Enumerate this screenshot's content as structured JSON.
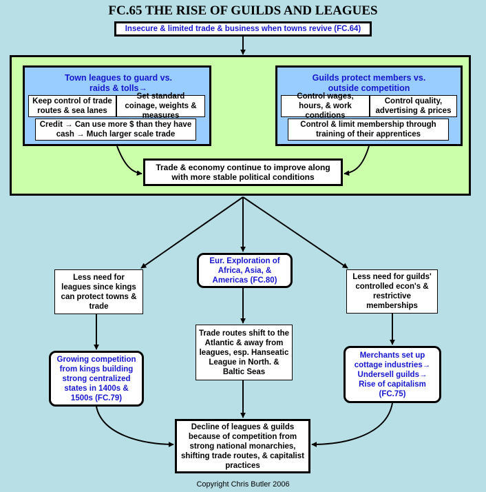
{
  "title": "FC.65 THE RISE OF GUILDS AND LEAGUES",
  "top_box": "Insecure & limited trade & business when towns revive  (FC.64)",
  "leagues": {
    "header": "Town leagues to guard vs. raids & tolls→",
    "box1": "Keep control of trade routes & sea lanes",
    "box2": "Set standard coinage, weights & measures",
    "box3": "Credit → Can use more $ than they have cash → Much larger scale trade"
  },
  "guilds": {
    "header": "Guilds protect members vs. outside competition",
    "box1": "Control wages, hours, & work conditions",
    "box2": "Control quality, advertising & prices",
    "box3": "Control & limit membership through training of their apprentices"
  },
  "trade_improve": "Trade & economy continue to improve along with more stable political conditions",
  "left_col": {
    "box1": "Less need for leagues since kings can protect towns & trade",
    "box2": "Growing competition from kings building strong centralized states in 1400s & 1500s  (FC.79)"
  },
  "mid_col": {
    "box1": "Eur. Exploration of Africa, Asia, & Americas (FC.80)",
    "box2": "Trade routes shift to the Atlantic & away from leagues, esp. Hanseatic League in North. & Baltic Seas"
  },
  "right_col": {
    "box1": "Less need for guilds' controlled econ's & restrictive memberships",
    "box2": "Merchants set up cottage industries→ Undersell guilds→ Rise of capitalism (FC.75)"
  },
  "bottom_box": "Decline of leagues & guilds because of competition from strong national monarchies, shifting trade routes, & capitalist practices",
  "copyright": "Copyright Chris Butler 2006",
  "colors": {
    "background": "#b9dfe6",
    "green_panel": "#ccffaa",
    "blue_panel": "#99ccff",
    "blue_text": "#1616d0"
  }
}
